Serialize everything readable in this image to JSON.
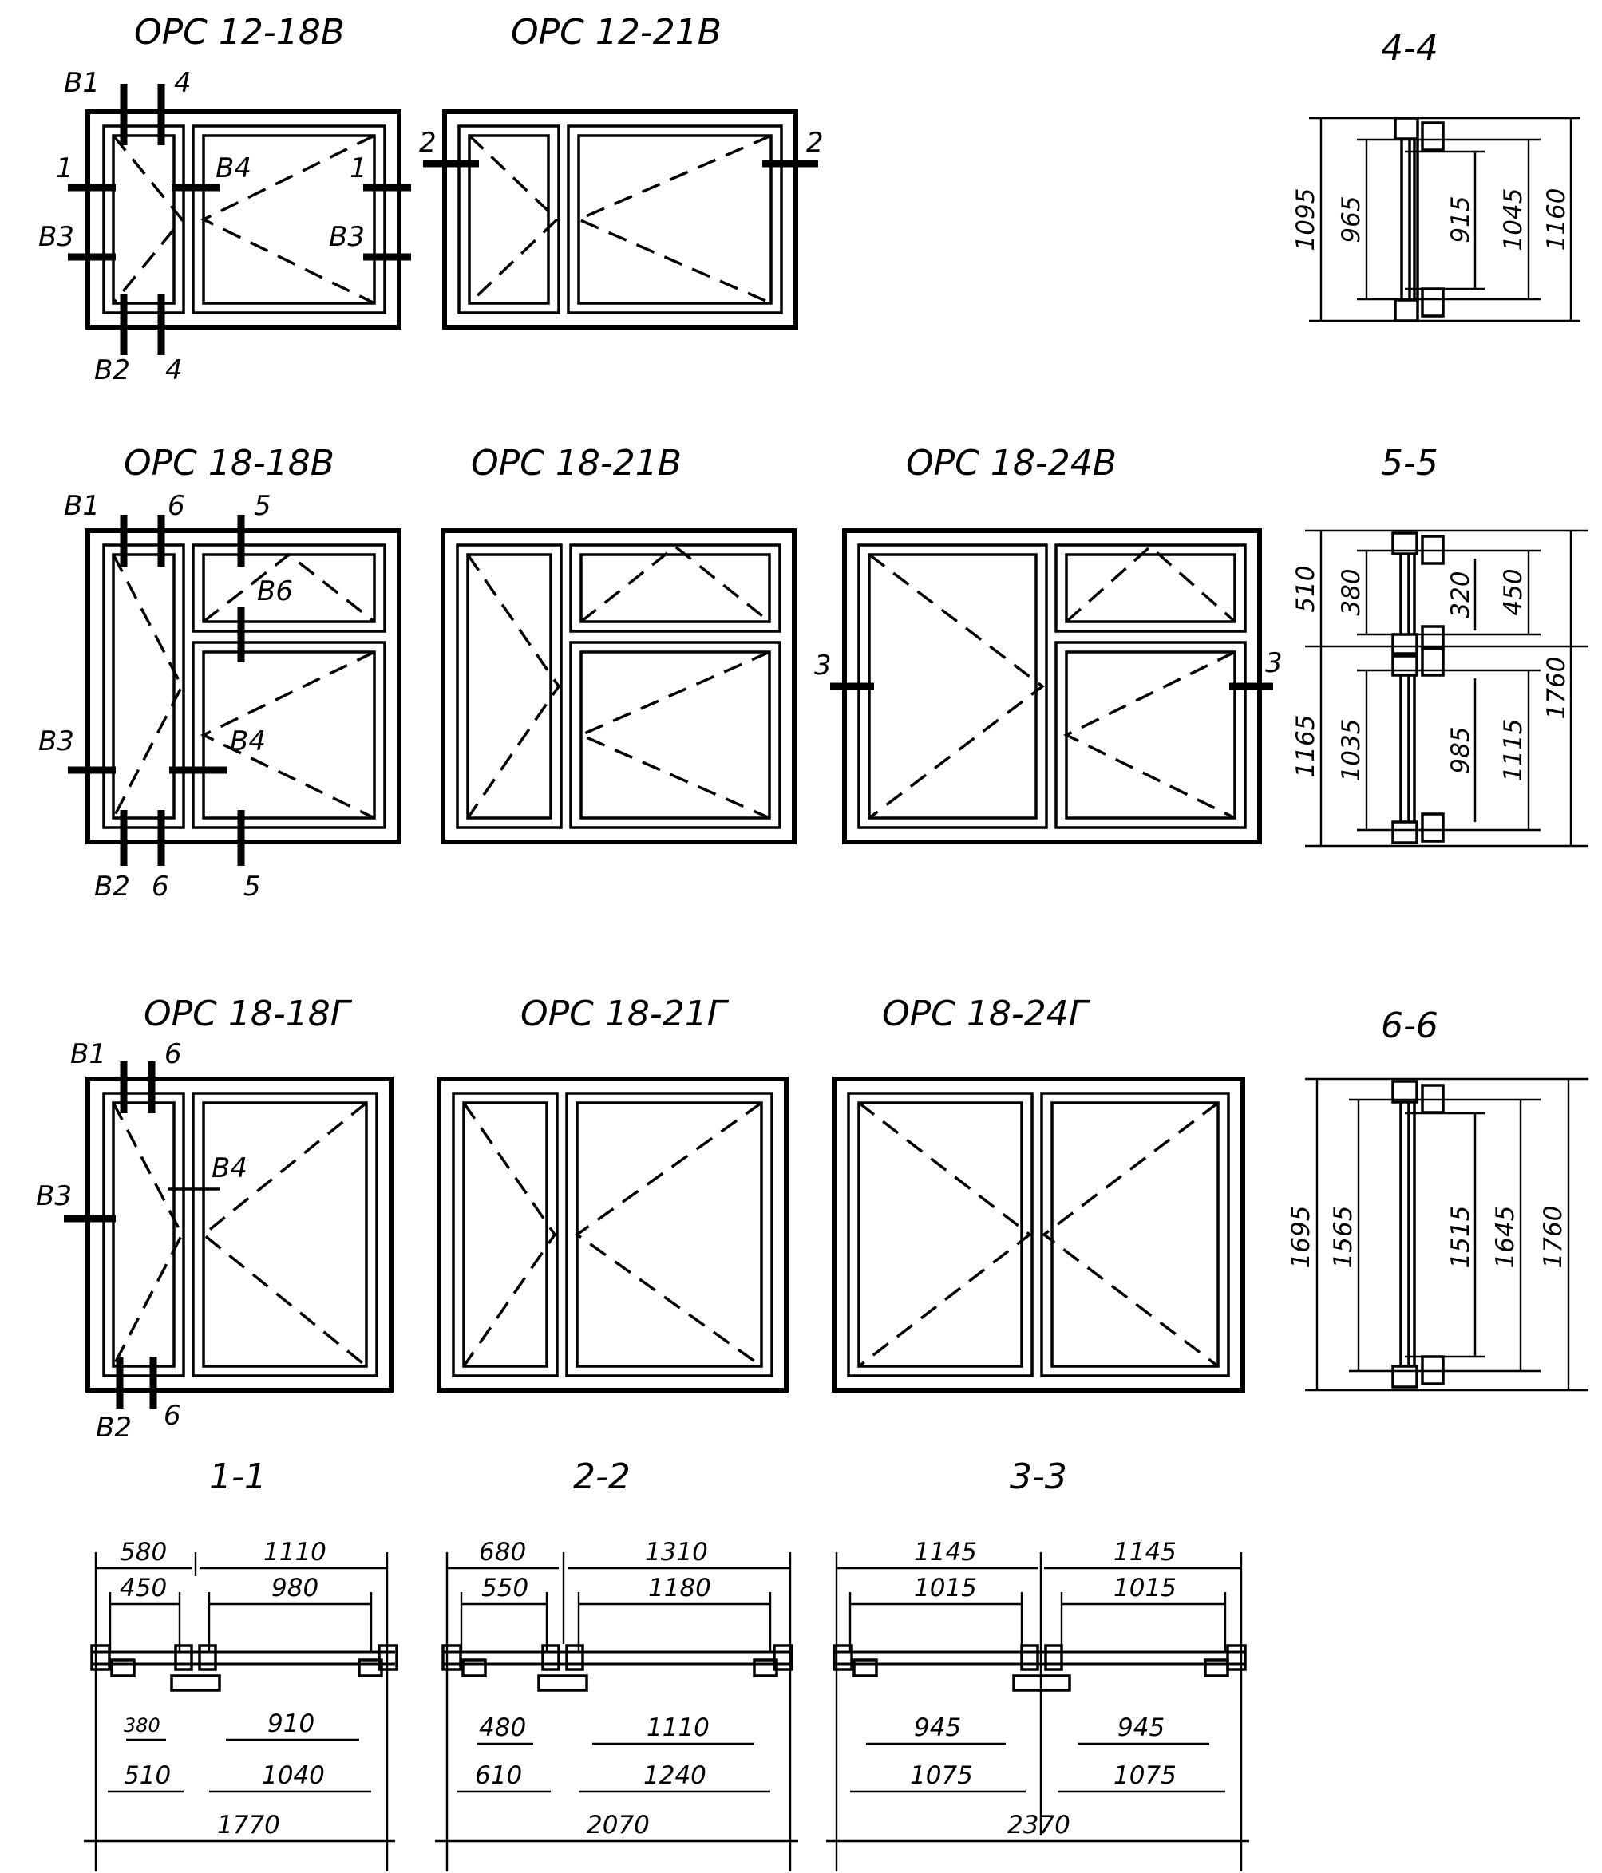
{
  "elevations": [
    {
      "title": "ОРС 12-18В"
    },
    {
      "title": "ОРС 12-21В"
    },
    {
      "title": "ОРС 18-18В"
    },
    {
      "title": "ОРС 18-21В"
    },
    {
      "title": "ОРС 18-24В"
    },
    {
      "title": "ОРС 18-18Г"
    },
    {
      "title": "ОРС 18-21Г"
    },
    {
      "title": "ОРС 18-24Г"
    }
  ],
  "marks": {
    "e1": [
      "В1",
      "4",
      "1",
      "В4",
      "1",
      "В3",
      "В3",
      "В2",
      "4"
    ],
    "e2": [
      "2",
      "2"
    ],
    "e3": [
      "В1",
      "6",
      "5",
      "В6",
      "В4",
      "В3",
      "В2",
      "6",
      "5"
    ],
    "e5": [
      "3",
      "3"
    ],
    "e6": [
      "В1",
      "6",
      "В4",
      "В3",
      "В2",
      "6"
    ]
  },
  "vertical_sections": [
    {
      "title": "4-4",
      "dims": [
        "1095",
        "965",
        "915",
        "1045",
        "1160"
      ]
    },
    {
      "title": "5-5",
      "dims": [
        "510",
        "380",
        "320",
        "450",
        "1165",
        "1035",
        "985",
        "1115",
        "1760"
      ]
    },
    {
      "title": "6-6",
      "dims": [
        "1695",
        "1565",
        "1515",
        "1645",
        "1760"
      ]
    }
  ],
  "horizontal_sections": [
    {
      "title": "1-1",
      "dims": [
        "580",
        "1110",
        "450",
        "980",
        "380",
        "910",
        "510",
        "1040",
        "1770"
      ]
    },
    {
      "title": "2-2",
      "dims": [
        "680",
        "1310",
        "550",
        "1180",
        "480",
        "1110",
        "610",
        "1240",
        "2070"
      ]
    },
    {
      "title": "3-3",
      "dims": [
        "1145",
        "1145",
        "1015",
        "1015",
        "945",
        "945",
        "1075",
        "1075",
        "2370"
      ]
    }
  ]
}
